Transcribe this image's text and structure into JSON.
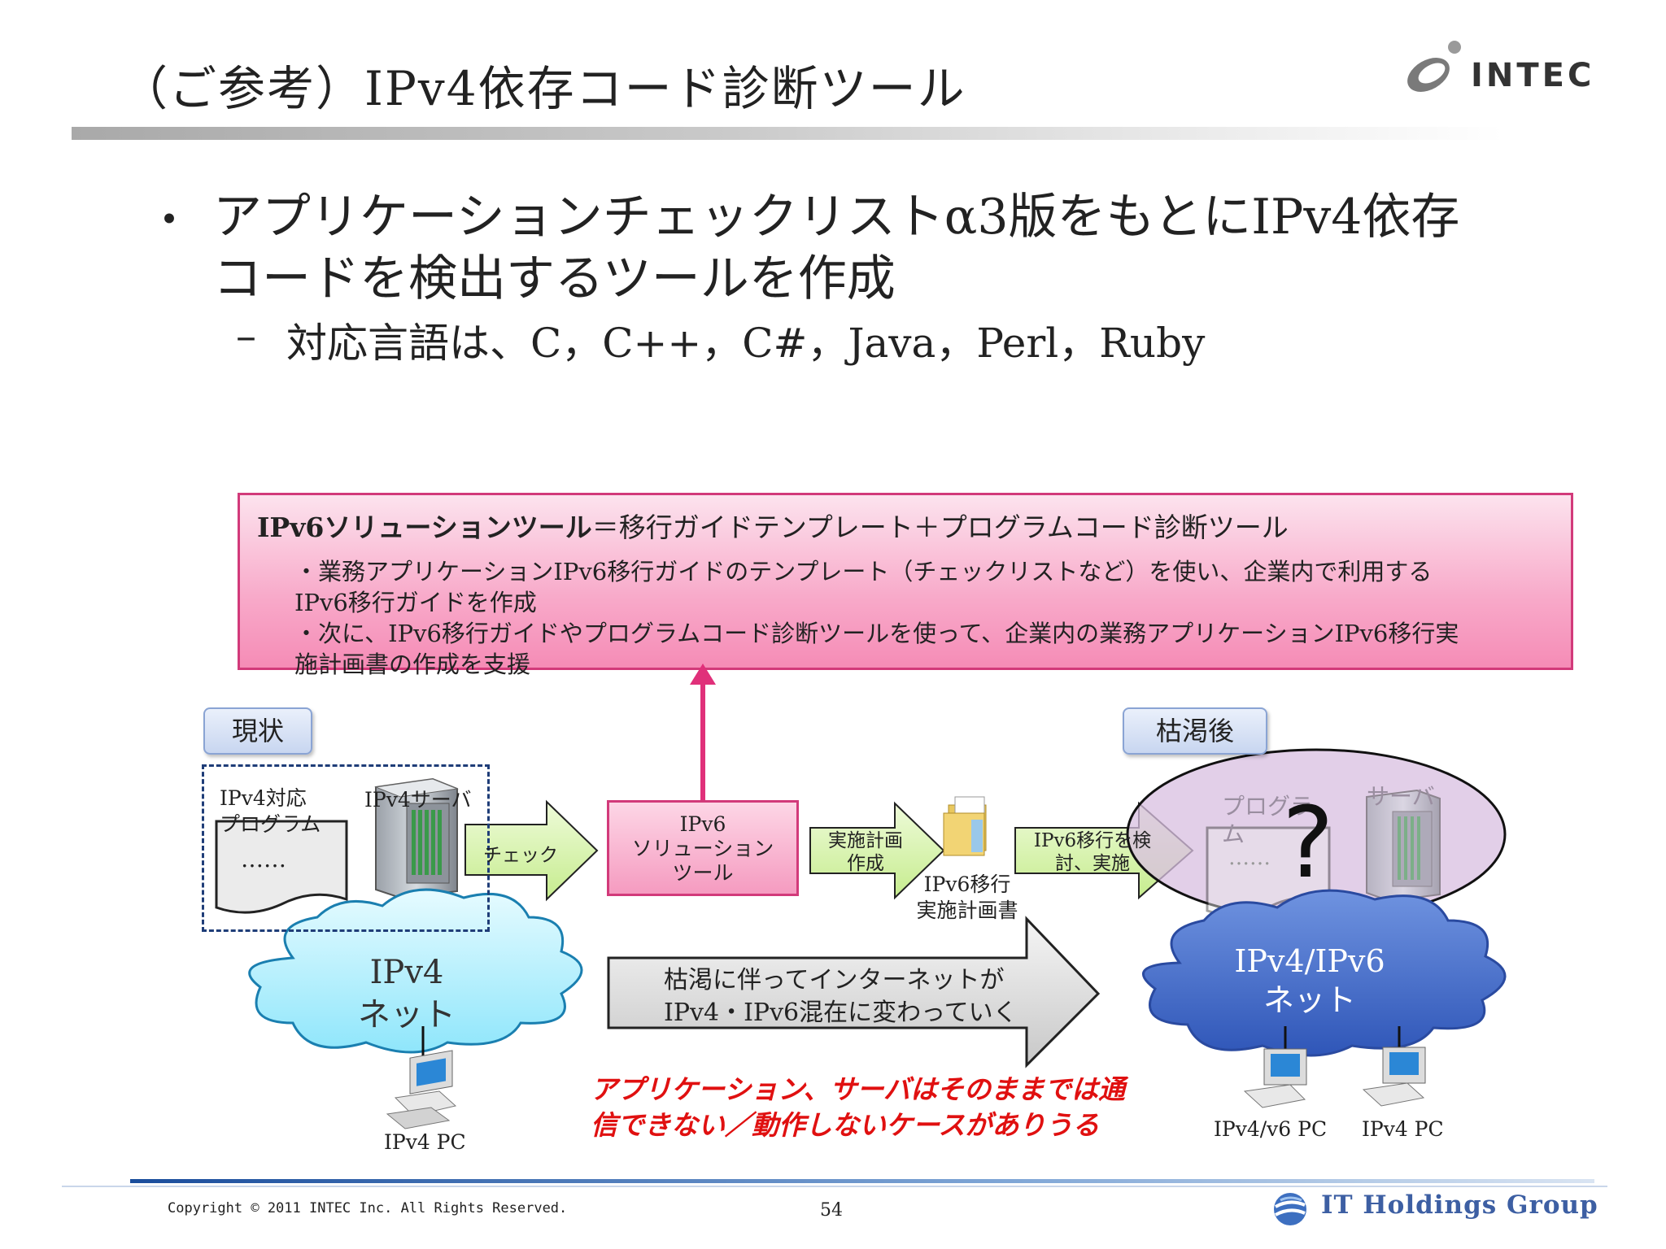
{
  "slide": {
    "title": "（ご参考）IPv4依存コード診断ツール",
    "bullets": {
      "main_line1": "アプリケーションチェックリストα3版をもとにIPv4依存",
      "main_line2": "コードを検出するツールを作成",
      "sub_dash": "–",
      "sub": "対応言語は、C，C++，C#，Java，Perl，Ruby",
      "dot": "・"
    },
    "logo": {
      "text": "INTEC",
      "icon": "intec-swoosh-icon"
    }
  },
  "solution_box": {
    "heading_bold": "IPv6ソリューションツール",
    "heading_rest": "＝移行ガイドテンプレート＋プログラムコード診断ツール",
    "line1": "・業務アプリケーションIPv6移行ガイドのテンプレート（チェックリストなど）を使い、企業内で利用する",
    "line2": "IPv6移行ガイドを作成",
    "line3": "・次に、IPv6移行ガイドやプログラムコード診断ツールを使って、企業内の業務アプリケーションIPv6移行実",
    "line4": "施計画書の作成を支援"
  },
  "diagram": {
    "tag_current": "現状",
    "tag_after": "枯渇後",
    "program_label_1": "IPv4対応",
    "program_label_2": "プログラム",
    "program_dots": "……",
    "server_label": "IPv4サーバ",
    "check_arrow": "チェック",
    "tool_1": "IPv6",
    "tool_2": "ソリューション",
    "tool_3": "ツール",
    "plan_arrow_1": "実施計画",
    "plan_arrow_2": "作成",
    "plan_doc_1": "IPv6移行",
    "plan_doc_2": "実施計画書",
    "migrate_arrow_1": "IPv6移行を検",
    "migrate_arrow_2": "討、実施",
    "after_program_1": "プログラ",
    "after_program_2": "ム",
    "after_server": "サーバ",
    "question": "?",
    "cloud_left_1": "IPv4",
    "cloud_left_2": "ネット",
    "cloud_right_1": "IPv4/IPv6",
    "cloud_right_2": "ネット",
    "big_arrow_1": "枯渇に伴ってインターネットが",
    "big_arrow_2": "IPv4・IPv6混在に変わっていく",
    "pc_left": "IPv4 PC",
    "pc_right_1": "IPv4/v6 PC",
    "pc_right_2": "IPv4 PC",
    "warning_1": "アプリケーション、サーバはそのままでは通",
    "warning_2": "信できない／動作しないケースがありうる"
  },
  "footer": {
    "copyright": "Copyright © 2011 INTEC Inc. All Rights Reserved.",
    "page": "54",
    "group": "IT Holdings Group"
  },
  "colors": {
    "pink_border": "#d23a7a",
    "pink_fill": "#f8a9c9",
    "cloud_cyan": "#bff3ff",
    "cloud_blue": "#3d66c8",
    "warning_red": "#e01010",
    "arrow_green": "#d9f5b0"
  }
}
